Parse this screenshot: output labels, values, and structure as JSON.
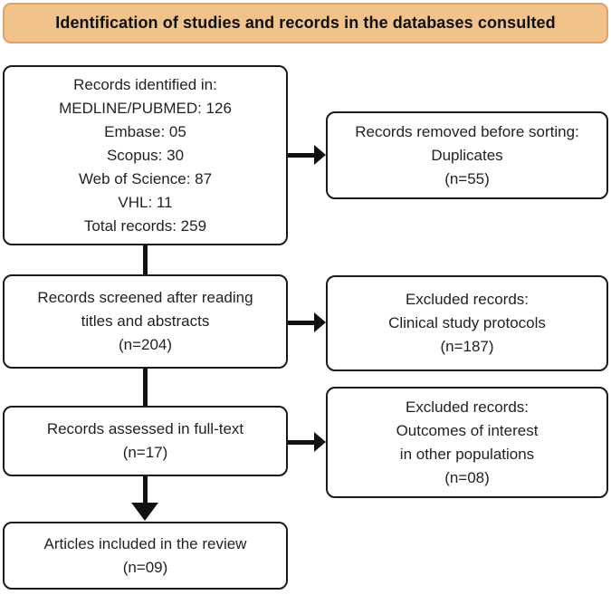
{
  "theme": {
    "banner-fill": "#F1C38B",
    "banner-border": "#DFA164",
    "box-border": "#1A1A1A",
    "arrow": "#111111",
    "text": "#231F20",
    "bg": "#FFFFFF"
  },
  "header": {
    "title": "Identification of studies and records in the databases consulted"
  },
  "flow": {
    "identified": {
      "lines": [
        "Records identified in:",
        "MEDLINE/PUBMED: 126",
        "Embase: 05",
        "Scopus: 30",
        "Web of Science: 87",
        "VHL: 11",
        "Total records: 259"
      ]
    },
    "removed": {
      "lines": [
        "Records removed before sorting:",
        "Duplicates",
        "(n=55)"
      ]
    },
    "screened": {
      "lines": [
        "Records screened after reading",
        "titles and abstracts",
        "(n=204)"
      ]
    },
    "excluded_protocols": {
      "lines": [
        "Excluded records:",
        "Clinical study protocols",
        "(n=187)"
      ]
    },
    "fulltext": {
      "lines": [
        "Records assessed in full-text",
        "(n=17)"
      ]
    },
    "excluded_outcomes": {
      "lines": [
        "Excluded records:",
        "Outcomes of interest",
        "in other populations",
        "(n=08)"
      ]
    },
    "included": {
      "lines": [
        "Articles included in the review",
        "(n=09)"
      ]
    }
  }
}
